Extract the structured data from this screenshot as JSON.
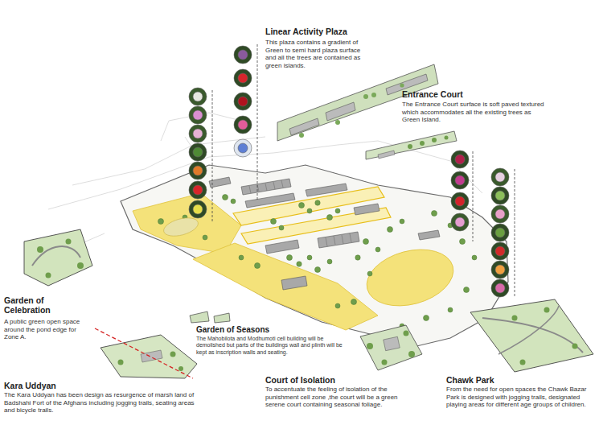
{
  "diagram": {
    "labels": [
      "Linear Activity Plaza",
      "This plaza contains a gradient of Green to semi hard plaza surface and all the trees are contained as green islands.",
      "Entrance Court",
      "The Entrance Court surface is soft paved textured which accommodates all the existing trees as Green Island.",
      "Garden of Celebration",
      "A public green open space around the pond edge for Zone A.",
      "Garden of Seasons",
      "The Mahobilota and Modhumoti cell building will be demolished but parts of the buildings wall and plinth will be kept as inscription walls and seating.",
      "Kara Uddyan",
      "The Kara Uddyan has been design as resurgence of marsh land of Badshahi Fort of the Afghans including jogging trails, seating areas and bicycle trails.",
      "Court of Isolation",
      "To accentuate the feeling of isolation of the punishment cell zone ,the court will be a green serene court containing seasonal foliage.",
      "Chawk Park",
      "From the need for open spaces the Chawk Bazar Park is designed with jogging trails, designated playing areas for different age groups of children."
    ]
  }
}
